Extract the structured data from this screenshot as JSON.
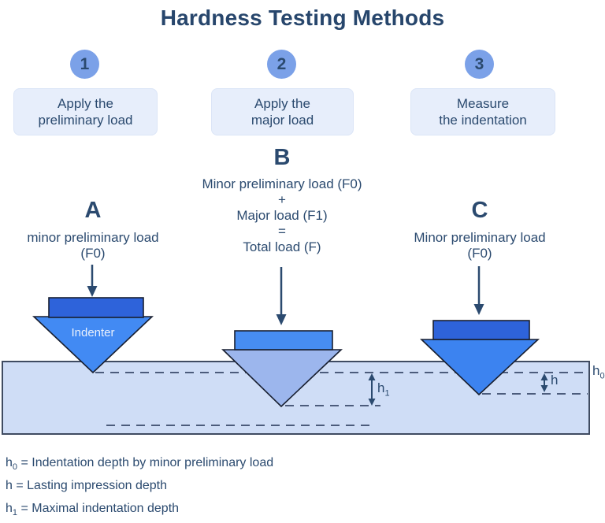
{
  "title": "Hardness Testing Methods",
  "steps": [
    {
      "number": "1",
      "line1": "Apply the",
      "line2": "preliminary load"
    },
    {
      "number": "2",
      "line1": "Apply the",
      "line2": "major load"
    },
    {
      "number": "3",
      "line1": "Measure",
      "line2": "the indentation"
    }
  ],
  "stages": {
    "a": {
      "letter": "A",
      "line1": "minor preliminary load",
      "line2": "(F0)"
    },
    "b": {
      "letter": "B",
      "line1": "Minor preliminary load (F0)",
      "line2": "+",
      "line3": "Major load (F1)",
      "line4": "=",
      "line5": "Total load (F)"
    },
    "c": {
      "letter": "C",
      "line1": "Minor preliminary load",
      "line2": "(F0)"
    }
  },
  "diagram": {
    "indenter_label": "Indenter",
    "h0_label": {
      "base": "h",
      "sub": "0"
    },
    "h_label": {
      "base": "h"
    },
    "h1_label": {
      "base": "h",
      "sub": "1"
    }
  },
  "legend": [
    {
      "base": "h",
      "sub": "0",
      "text": " = Indentation depth by minor preliminary load"
    },
    {
      "base": "h",
      "sub": "",
      "text": " = Lasting impression depth"
    },
    {
      "base": "h",
      "sub": "1",
      "text": " = Maximal indentation depth"
    }
  ],
  "colors": {
    "text_navy": "#2b4a6f",
    "circle_fill": "#7ba1e8",
    "step_box_fill": "#e7eefb",
    "indenter_dark_blue": "#2e63da",
    "indenter_bright_blue": "#428af3",
    "indenter_pale_blue": "#9cb6ed",
    "material_fill": "#cfddf6",
    "dashed_line": "#4c5c7c"
  }
}
